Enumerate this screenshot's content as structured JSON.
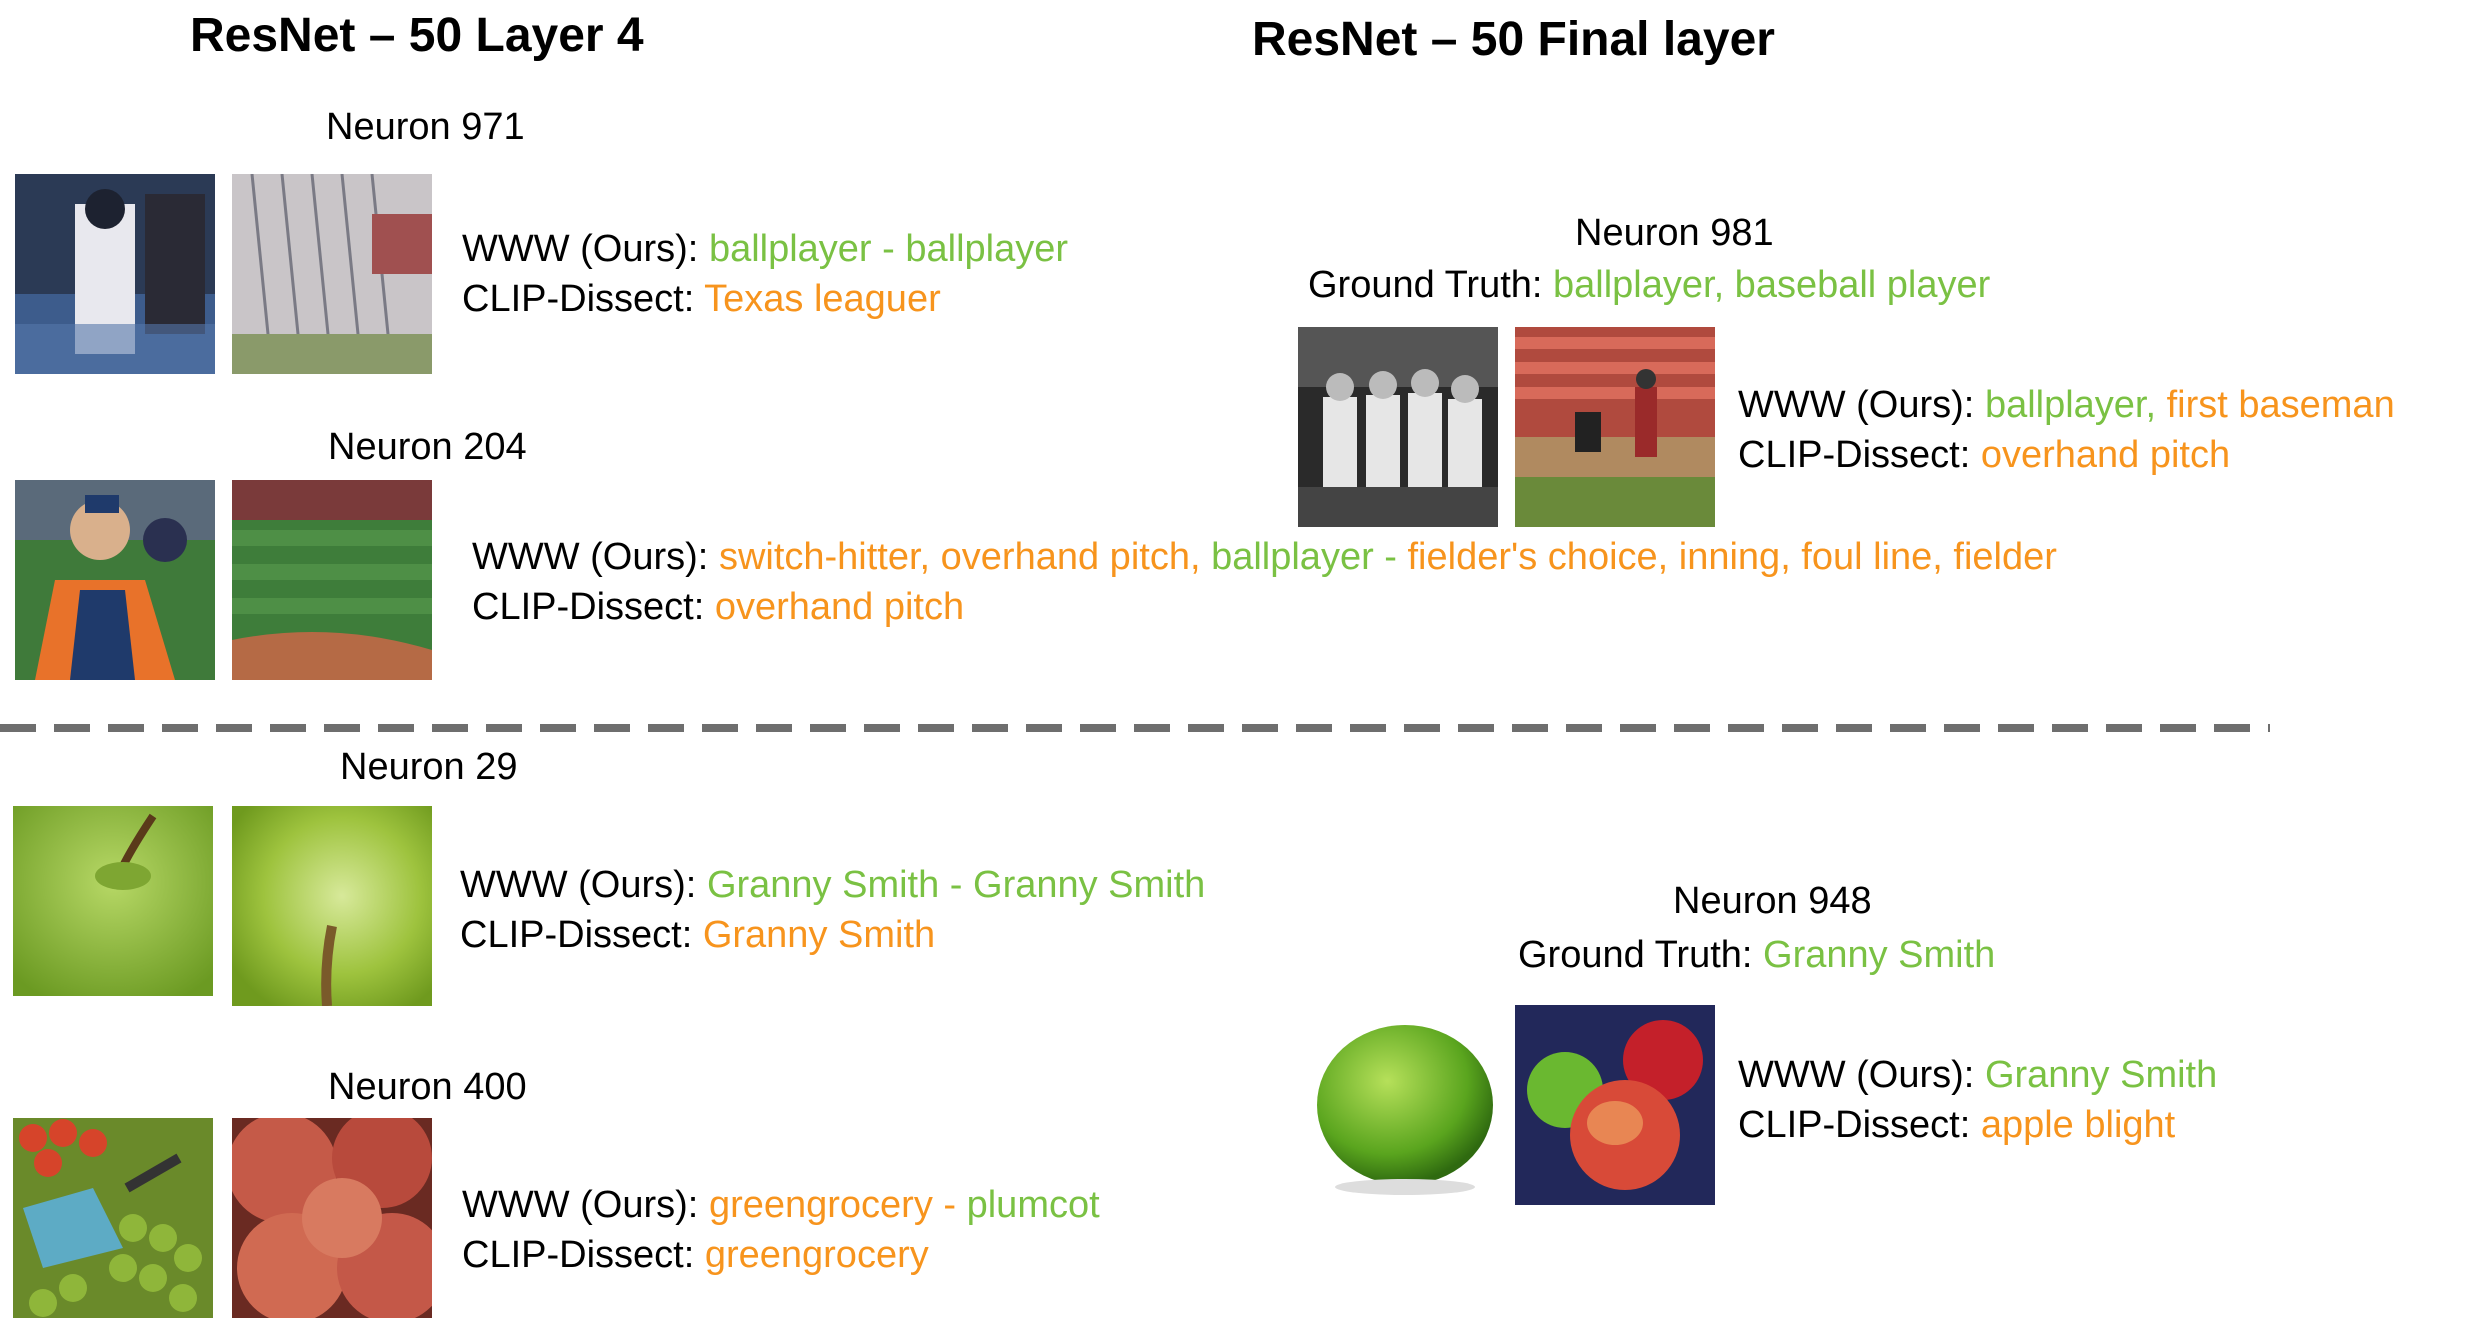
{
  "headings": {
    "left": "ResNet – 50 Layer 4",
    "right": "ResNet – 50 Final layer"
  },
  "labels": {
    "www": "WWW (Ours): ",
    "clip": "CLIP-Dissect: ",
    "gt": "Ground Truth: "
  },
  "layer4": {
    "n971": {
      "title": "Neuron 971",
      "www": [
        {
          "text": "ballplayer - ballplayer",
          "color": "green"
        }
      ],
      "clip": [
        {
          "text": "Texas leaguer",
          "color": "orange"
        }
      ]
    },
    "n204": {
      "title": "Neuron 204",
      "www": [
        {
          "text": "switch-hitter, overhand pitch, ",
          "color": "orange"
        },
        {
          "text": "ballplayer - ",
          "color": "green"
        },
        {
          "text": "fielder's choice, inning, foul line, fielder",
          "color": "orange"
        }
      ],
      "clip": [
        {
          "text": "overhand pitch",
          "color": "orange"
        }
      ]
    },
    "n29": {
      "title": "Neuron 29",
      "www": [
        {
          "text": "Granny Smith - Granny Smith",
          "color": "green"
        }
      ],
      "clip": [
        {
          "text": "Granny Smith",
          "color": "orange"
        }
      ]
    },
    "n400": {
      "title": "Neuron 400",
      "www": [
        {
          "text": "greengrocery - ",
          "color": "orange"
        },
        {
          "text": "plumcot",
          "color": "green"
        }
      ],
      "clip": [
        {
          "text": "greengrocery",
          "color": "orange"
        }
      ]
    }
  },
  "final": {
    "n981": {
      "title": "Neuron 981",
      "gt": "ballplayer, baseball player",
      "www": [
        {
          "text": "ballplayer, ",
          "color": "green"
        },
        {
          "text": "first baseman",
          "color": "orange"
        }
      ],
      "clip": [
        {
          "text": "overhand pitch",
          "color": "orange"
        }
      ]
    },
    "n948": {
      "title": "Neuron 948",
      "gt": "Granny Smith",
      "www": [
        {
          "text": "Granny Smith",
          "color": "green"
        }
      ],
      "clip": [
        {
          "text": "apple blight",
          "color": "orange"
        }
      ]
    }
  },
  "colors": {
    "green": "#7ac143",
    "orange": "#f7941d",
    "divider": "#6e6e6e"
  }
}
